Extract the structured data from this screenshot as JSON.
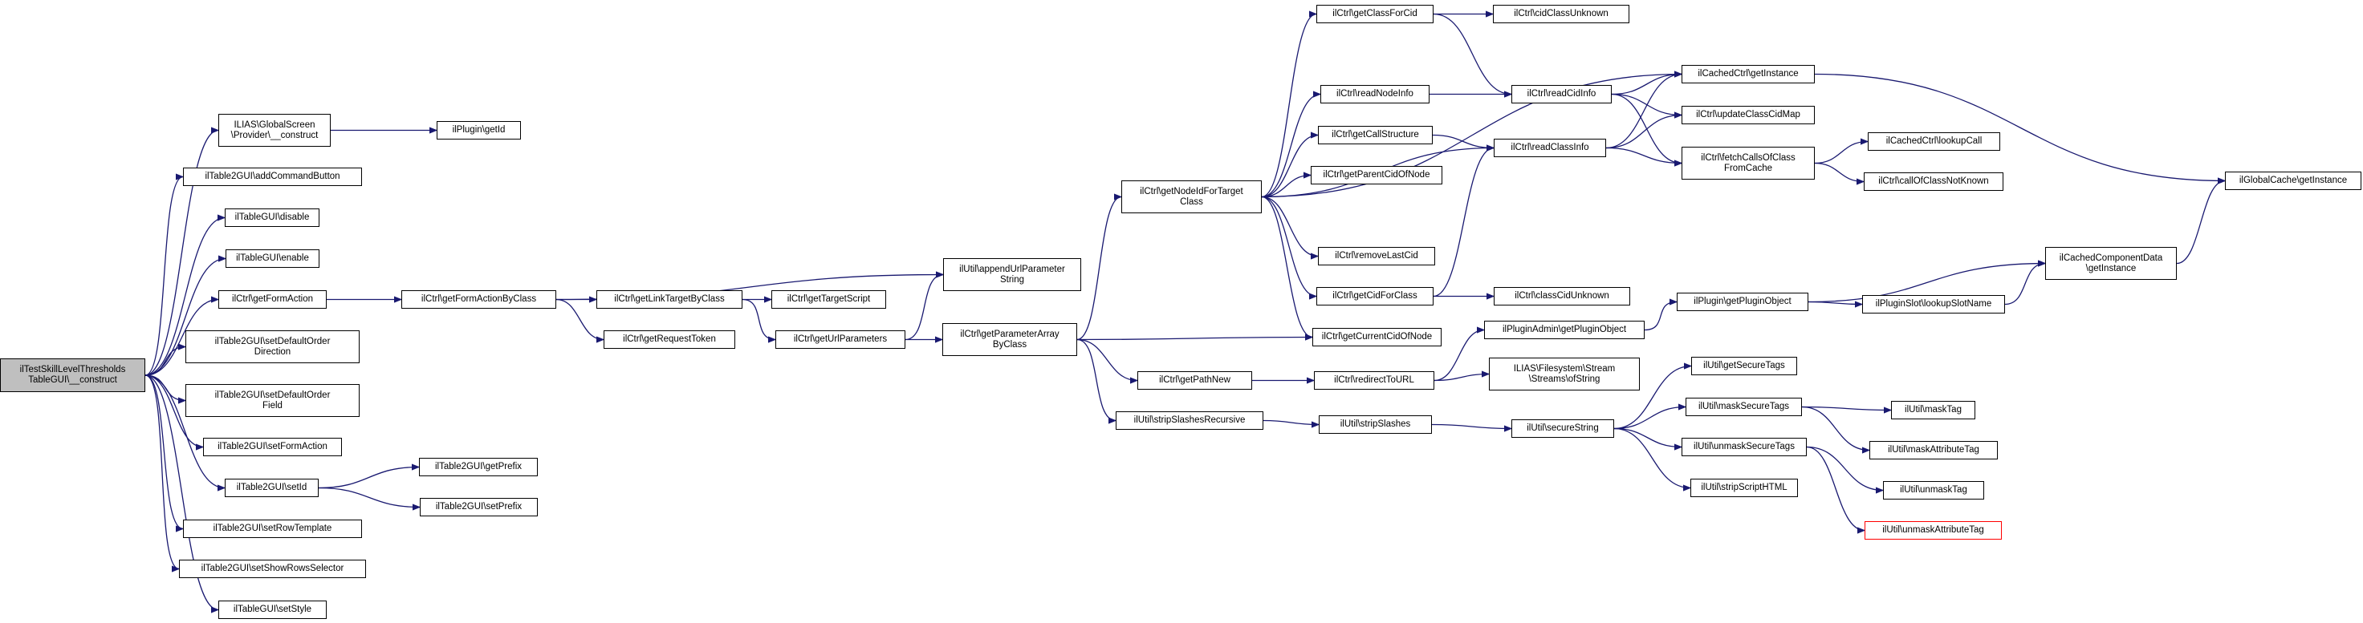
{
  "diagram": {
    "type": "call-graph",
    "colors": {
      "edge": "#191970",
      "root_fill": "#bfbfbf",
      "node_border": "#000000",
      "highlight_border": "#ff0000"
    },
    "nodes": [
      {
        "id": "root",
        "lines": [
          "ilTestSkillLevelThresholds",
          "TableGUI\\__construct"
        ],
        "style": "root"
      },
      {
        "id": "gsp",
        "lines": [
          "ILIAS\\GlobalScreen",
          "\\Provider\\__construct"
        ]
      },
      {
        "id": "plugGetId",
        "lines": [
          "ilPlugin\\getId"
        ]
      },
      {
        "id": "addCmd",
        "lines": [
          "ilTable2GUI\\addCommandButton"
        ]
      },
      {
        "id": "disable",
        "lines": [
          "ilTableGUI\\disable"
        ]
      },
      {
        "id": "enable",
        "lines": [
          "ilTableGUI\\enable"
        ]
      },
      {
        "id": "getFormAction",
        "lines": [
          "ilCtrl\\getFormAction"
        ]
      },
      {
        "id": "setDefOrdDir",
        "lines": [
          "ilTable2GUI\\setDefaultOrder",
          "Direction"
        ]
      },
      {
        "id": "setDefOrdField",
        "lines": [
          "ilTable2GUI\\setDefaultOrder",
          "Field"
        ]
      },
      {
        "id": "setFormAction",
        "lines": [
          "ilTable2GUI\\setFormAction"
        ]
      },
      {
        "id": "setId",
        "lines": [
          "ilTable2GUI\\setId"
        ]
      },
      {
        "id": "setRowTpl",
        "lines": [
          "ilTable2GUI\\setRowTemplate"
        ]
      },
      {
        "id": "setShowRows",
        "lines": [
          "ilTable2GUI\\setShowRowsSelector"
        ]
      },
      {
        "id": "setStyle",
        "lines": [
          "ilTableGUI\\setStyle"
        ]
      },
      {
        "id": "getPrefix",
        "lines": [
          "ilTable2GUI\\getPrefix"
        ]
      },
      {
        "id": "setPrefix",
        "lines": [
          "ilTable2GUI\\setPrefix"
        ]
      },
      {
        "id": "getFormActionByClass",
        "lines": [
          "ilCtrl\\getFormActionByClass"
        ]
      },
      {
        "id": "getLinkTarget",
        "lines": [
          "ilCtrl\\getLinkTargetByClass"
        ]
      },
      {
        "id": "getReqToken",
        "lines": [
          "ilCtrl\\getRequestToken"
        ]
      },
      {
        "id": "getTargetScript",
        "lines": [
          "ilCtrl\\getTargetScript"
        ]
      },
      {
        "id": "getUrlParams",
        "lines": [
          "ilCtrl\\getUrlParameters"
        ]
      },
      {
        "id": "appendUrl",
        "lines": [
          "ilUtil\\appendUrlParameter",
          "String"
        ]
      },
      {
        "id": "getParamArr",
        "lines": [
          "ilCtrl\\getParameterArray",
          "ByClass"
        ]
      },
      {
        "id": "getNodeId",
        "lines": [
          "ilCtrl\\getNodeIdForTarget",
          "Class"
        ]
      },
      {
        "id": "getPathNew",
        "lines": [
          "ilCtrl\\getPathNew"
        ]
      },
      {
        "id": "stripSlashesRec",
        "lines": [
          "ilUtil\\stripSlashesRecursive"
        ]
      },
      {
        "id": "getClassForCid",
        "lines": [
          "ilCtrl\\getClassForCid"
        ]
      },
      {
        "id": "readNodeInfo",
        "lines": [
          "ilCtrl\\readNodeInfo"
        ]
      },
      {
        "id": "getCallStruct",
        "lines": [
          "ilCtrl\\getCallStructure"
        ]
      },
      {
        "id": "getParentCid",
        "lines": [
          "ilCtrl\\getParentCidOfNode"
        ]
      },
      {
        "id": "removeLastCid",
        "lines": [
          "ilCtrl\\removeLastCid"
        ]
      },
      {
        "id": "getCidForClass",
        "lines": [
          "ilCtrl\\getCidForClass"
        ]
      },
      {
        "id": "getCurCid",
        "lines": [
          "ilCtrl\\getCurrentCidOfNode"
        ]
      },
      {
        "id": "redirect",
        "lines": [
          "ilCtrl\\redirectToURL"
        ]
      },
      {
        "id": "stripSlashes",
        "lines": [
          "ilUtil\\stripSlashes"
        ]
      },
      {
        "id": "cidClassUnk",
        "lines": [
          "ilCtrl\\cidClassUnknown"
        ]
      },
      {
        "id": "readCidInfo",
        "lines": [
          "ilCtrl\\readCidInfo"
        ]
      },
      {
        "id": "readClassInfo",
        "lines": [
          "ilCtrl\\readClassInfo"
        ]
      },
      {
        "id": "classCidUnk",
        "lines": [
          "ilCtrl\\classCidUnknown"
        ]
      },
      {
        "id": "pluginAdmin",
        "lines": [
          "ilPluginAdmin\\getPluginObject"
        ]
      },
      {
        "id": "streams",
        "lines": [
          "ILIAS\\Filesystem\\Stream",
          "\\Streams\\ofString"
        ]
      },
      {
        "id": "secureString",
        "lines": [
          "ilUtil\\secureString"
        ]
      },
      {
        "id": "cachedCtrl",
        "lines": [
          "ilCachedCtrl\\getInstance"
        ]
      },
      {
        "id": "updateClassCid",
        "lines": [
          "ilCtrl\\updateClassCidMap"
        ]
      },
      {
        "id": "fetchCalls",
        "lines": [
          "ilCtrl\\fetchCallsOfClass",
          "FromCache"
        ]
      },
      {
        "id": "getPluginObject",
        "lines": [
          "ilPlugin\\getPluginObject"
        ]
      },
      {
        "id": "getSecureTags",
        "lines": [
          "ilUtil\\getSecureTags"
        ]
      },
      {
        "id": "maskSecureTags",
        "lines": [
          "ilUtil\\maskSecureTags"
        ]
      },
      {
        "id": "unmaskSecureTags",
        "lines": [
          "ilUtil\\unmaskSecureTags"
        ]
      },
      {
        "id": "stripScript",
        "lines": [
          "ilUtil\\stripScriptHTML"
        ]
      },
      {
        "id": "lookupCall",
        "lines": [
          "ilCachedCtrl\\lookupCall"
        ]
      },
      {
        "id": "callOfClassNK",
        "lines": [
          "ilCtrl\\callOfClassNotKnown"
        ]
      },
      {
        "id": "lookupSlotName",
        "lines": [
          "ilPluginSlot\\lookupSlotName"
        ]
      },
      {
        "id": "maskTag",
        "lines": [
          "ilUtil\\maskTag"
        ]
      },
      {
        "id": "maskAttrTag",
        "lines": [
          "ilUtil\\maskAttributeTag"
        ]
      },
      {
        "id": "unmaskTag",
        "lines": [
          "ilUtil\\unmaskTag"
        ]
      },
      {
        "id": "unmaskAttrTag",
        "lines": [
          "ilUtil\\unmaskAttributeTag"
        ],
        "style": "red"
      },
      {
        "id": "cachedComp",
        "lines": [
          "ilCachedComponentData",
          "\\getInstance"
        ]
      },
      {
        "id": "globalCache",
        "lines": [
          "ilGlobalCache\\getInstance"
        ]
      }
    ],
    "edges": [
      [
        "root",
        "gsp"
      ],
      [
        "root",
        "addCmd"
      ],
      [
        "root",
        "disable"
      ],
      [
        "root",
        "enable"
      ],
      [
        "root",
        "getFormAction"
      ],
      [
        "root",
        "setDefOrdDir"
      ],
      [
        "root",
        "setDefOrdField"
      ],
      [
        "root",
        "setFormAction"
      ],
      [
        "root",
        "setId"
      ],
      [
        "root",
        "setRowTpl"
      ],
      [
        "root",
        "setShowRows"
      ],
      [
        "root",
        "setStyle"
      ],
      [
        "gsp",
        "plugGetId"
      ],
      [
        "setId",
        "getPrefix"
      ],
      [
        "setId",
        "setPrefix"
      ],
      [
        "getFormAction",
        "getFormActionByClass"
      ],
      [
        "getFormActionByClass",
        "appendUrl"
      ],
      [
        "getFormActionByClass",
        "getLinkTarget"
      ],
      [
        "getFormActionByClass",
        "getReqToken"
      ],
      [
        "getLinkTarget",
        "getTargetScript"
      ],
      [
        "getLinkTarget",
        "getUrlParams"
      ],
      [
        "getUrlParams",
        "appendUrl"
      ],
      [
        "getUrlParams",
        "getParamArr"
      ],
      [
        "getParamArr",
        "getNodeId"
      ],
      [
        "getParamArr",
        "getCurCid"
      ],
      [
        "getParamArr",
        "getPathNew"
      ],
      [
        "getParamArr",
        "stripSlashesRec"
      ],
      [
        "getNodeId",
        "getClassForCid"
      ],
      [
        "getNodeId",
        "readNodeInfo"
      ],
      [
        "getNodeId",
        "getCallStruct"
      ],
      [
        "getNodeId",
        "getParentCid"
      ],
      [
        "getNodeId",
        "removeLastCid"
      ],
      [
        "getNodeId",
        "getCidForClass"
      ],
      [
        "getNodeId",
        "getCurCid"
      ],
      [
        "getNodeId",
        "cachedCtrl"
      ],
      [
        "getNodeId",
        "readClassInfo"
      ],
      [
        "getClassForCid",
        "cidClassUnk"
      ],
      [
        "getClassForCid",
        "readCidInfo"
      ],
      [
        "readNodeInfo",
        "readCidInfo"
      ],
      [
        "getCallStruct",
        "readClassInfo"
      ],
      [
        "getCidForClass",
        "classCidUnk"
      ],
      [
        "getCidForClass",
        "readClassInfo"
      ],
      [
        "readCidInfo",
        "cachedCtrl"
      ],
      [
        "readCidInfo",
        "updateClassCid"
      ],
      [
        "readCidInfo",
        "fetchCalls"
      ],
      [
        "readClassInfo",
        "cachedCtrl"
      ],
      [
        "readClassInfo",
        "updateClassCid"
      ],
      [
        "readClassInfo",
        "fetchCalls"
      ],
      [
        "fetchCalls",
        "lookupCall"
      ],
      [
        "fetchCalls",
        "callOfClassNK"
      ],
      [
        "cachedCtrl",
        "globalCache"
      ],
      [
        "getPathNew",
        "redirect"
      ],
      [
        "redirect",
        "pluginAdmin"
      ],
      [
        "redirect",
        "streams"
      ],
      [
        "pluginAdmin",
        "getPluginObject"
      ],
      [
        "getPluginObject",
        "lookupSlotName"
      ],
      [
        "getPluginObject",
        "cachedComp"
      ],
      [
        "lookupSlotName",
        "cachedComp"
      ],
      [
        "cachedComp",
        "globalCache"
      ],
      [
        "stripSlashesRec",
        "stripSlashes"
      ],
      [
        "stripSlashes",
        "secureString"
      ],
      [
        "secureString",
        "getSecureTags"
      ],
      [
        "secureString",
        "maskSecureTags"
      ],
      [
        "secureString",
        "unmaskSecureTags"
      ],
      [
        "secureString",
        "stripScript"
      ],
      [
        "maskSecureTags",
        "maskTag"
      ],
      [
        "maskSecureTags",
        "maskAttrTag"
      ],
      [
        "unmaskSecureTags",
        "unmaskTag"
      ],
      [
        "unmaskSecureTags",
        "unmaskAttrTag"
      ]
    ]
  }
}
